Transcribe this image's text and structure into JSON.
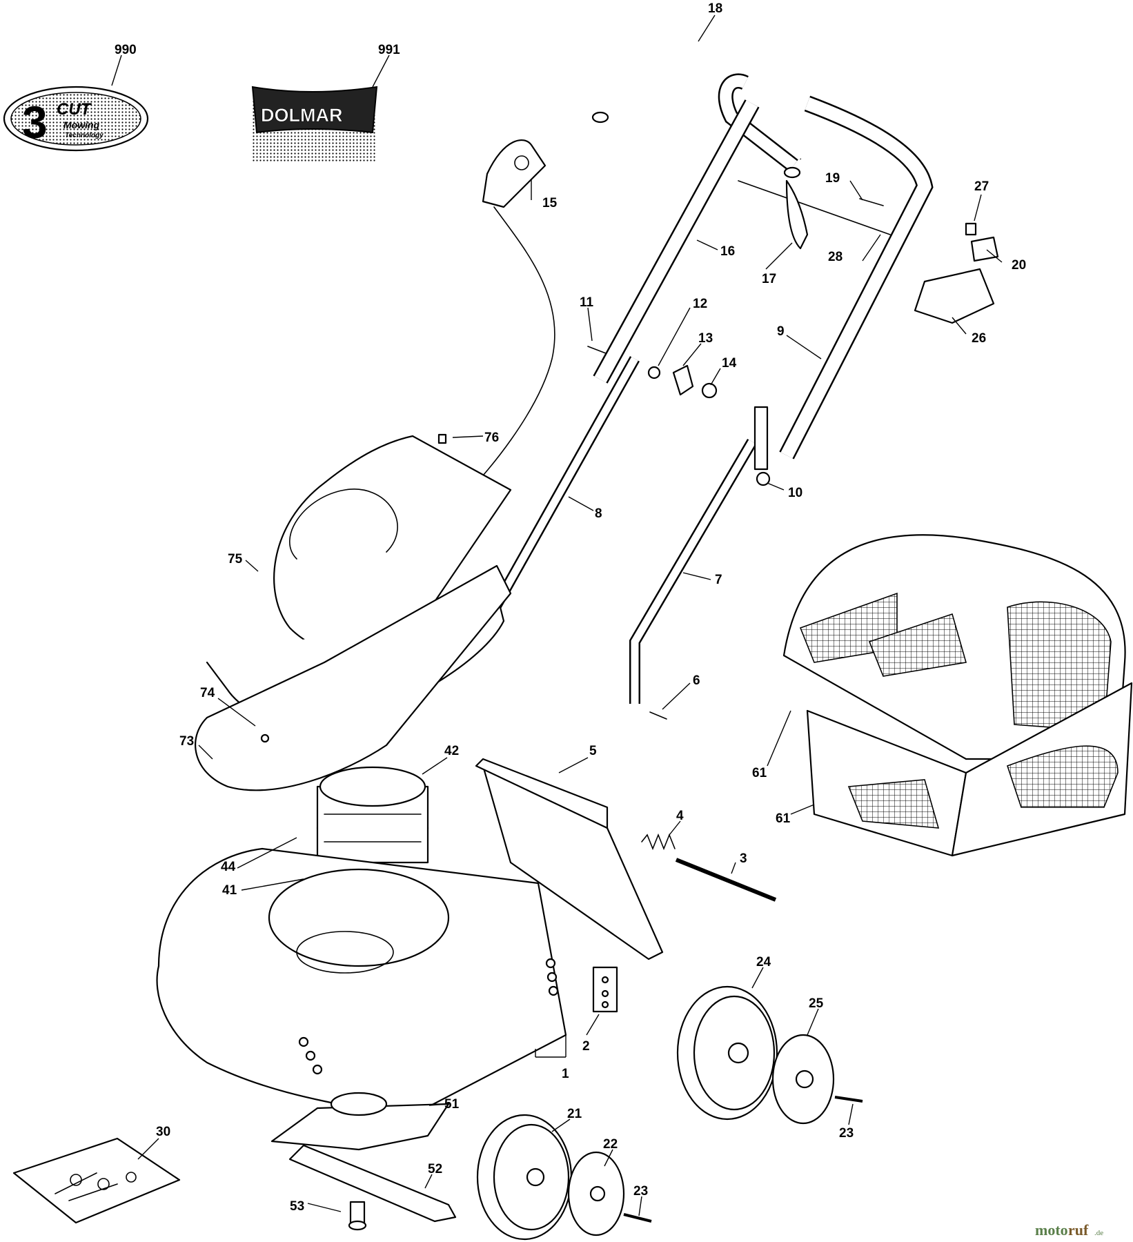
{
  "labels": {
    "l990": "990",
    "l991": "991",
    "l18": "18",
    "l15": "15",
    "l19": "19",
    "l27": "27",
    "l16": "16",
    "l17": "17",
    "l28": "28",
    "l20": "20",
    "l26": "26",
    "l11": "11",
    "l12": "12",
    "l13": "13",
    "l14": "14",
    "l9": "9",
    "l76": "76",
    "l10": "10",
    "l8": "8",
    "l75": "75",
    "l7": "7",
    "l6": "6",
    "l74": "74",
    "l73": "73",
    "l42": "42",
    "l5": "5",
    "l61a": "61",
    "l61b": "61",
    "l4": "4",
    "l3": "3",
    "l44": "44",
    "l41": "41",
    "l24": "24",
    "l25": "25",
    "l2": "2",
    "l1": "1",
    "l51": "51",
    "l21": "21",
    "l30": "30",
    "l22": "22",
    "l23a": "23",
    "l23b": "23",
    "l52": "52",
    "l53": "53"
  },
  "decal_990": {
    "digit": "3",
    "line1": "CUT",
    "line2": "Mowing",
    "line3": "Technology"
  },
  "decal_991": {
    "brand": "DOLMAR"
  },
  "watermark": {
    "part1": "moto",
    "part2": "ruf",
    "suffix": ".de"
  }
}
